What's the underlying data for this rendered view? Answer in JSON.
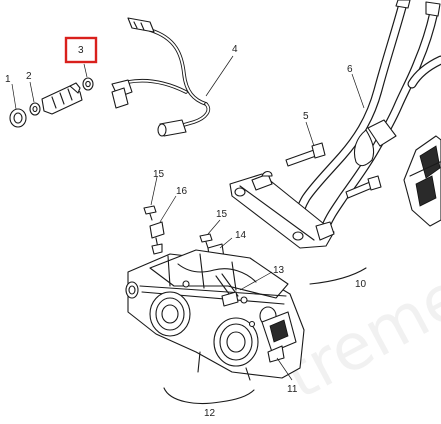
{
  "diagram": {
    "highlighted_callout": "3",
    "callouts": [
      {
        "id": "1",
        "label": "1"
      },
      {
        "id": "2",
        "label": "2"
      },
      {
        "id": "3",
        "label": "3"
      },
      {
        "id": "4",
        "label": "4"
      },
      {
        "id": "5",
        "label": "5"
      },
      {
        "id": "6",
        "label": "6"
      },
      {
        "id": "10",
        "label": "10"
      },
      {
        "id": "11",
        "label": "11"
      },
      {
        "id": "12",
        "label": "12"
      },
      {
        "id": "13",
        "label": "13"
      },
      {
        "id": "14",
        "label": "14"
      },
      {
        "id": "15a",
        "label": "15"
      },
      {
        "id": "15b",
        "label": "15"
      },
      {
        "id": "16",
        "label": "16"
      }
    ],
    "colors": {
      "highlight": "#d9201c",
      "line": "#1a1a1a"
    }
  }
}
